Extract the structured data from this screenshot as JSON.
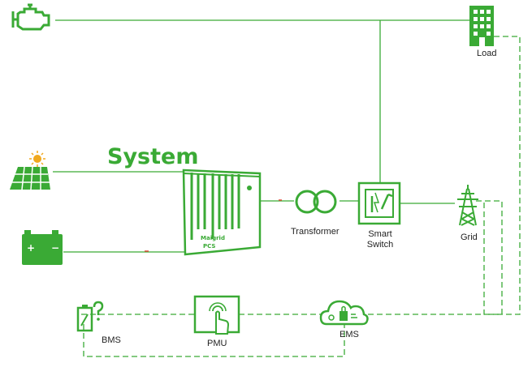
{
  "colors": {
    "line": "#3aaa35",
    "dashed": "#3aaa35",
    "icon": "#3aaa35",
    "text": "#222222",
    "accent_red": "#e04b3a"
  },
  "title": "System",
  "labels": {
    "load": "Load",
    "transformer": "Transformer",
    "smart_switch_1": "Smart",
    "smart_switch_2": "Switch",
    "grid": "Grid",
    "bms": "BMS",
    "pmu": "PMU",
    "ems": "EMS"
  },
  "icons": {
    "engine": "engine-icon",
    "building": "building-icon",
    "solar": "solar-panel-icon",
    "battery": "battery-icon",
    "pcs": "pcs-cabinet-icon",
    "transformer": "transformer-icon",
    "switch": "smart-switch-icon",
    "grid": "transmission-tower-icon",
    "bms": "bms-icon",
    "pmu": "touch-screen-icon",
    "ems": "cloud-icon"
  },
  "pcs_text": [
    "Maigrid",
    "PCS"
  ]
}
